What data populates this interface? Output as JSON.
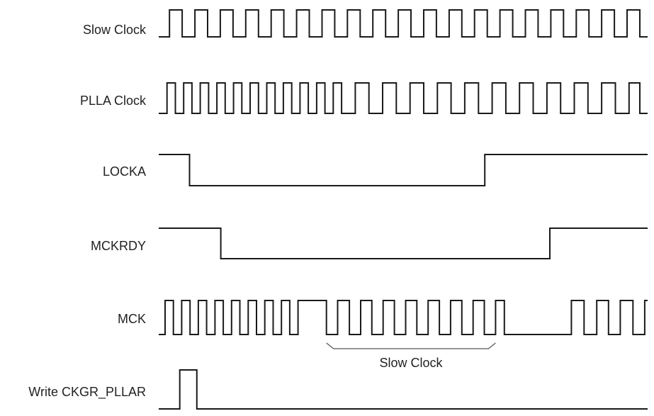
{
  "diagram": {
    "title": "",
    "colors": {
      "signal": "#1a1a1a",
      "label": "#222222",
      "bracket": "#555555"
    },
    "time_range": [
      0,
      100
    ],
    "signals": [
      {
        "id": "slow-clock",
        "label": "Slow Clock",
        "transitions": [
          0,
          2.2,
          4.8,
          7.4,
          10.0,
          12.6,
          15.2,
          17.8,
          20.4,
          23.0,
          25.6,
          28.2,
          30.8,
          33.4,
          36.0,
          38.6,
          41.2,
          43.8,
          46.4,
          49.0,
          51.6,
          54.2,
          56.8,
          59.4,
          62.0,
          64.6,
          67.2,
          69.8,
          72.4,
          75.0,
          77.6,
          80.2,
          82.8,
          85.4,
          88.0,
          90.6,
          93.2,
          95.8,
          98.4
        ],
        "start_level": "low"
      },
      {
        "id": "plla-clock",
        "label": "PLLA Clock",
        "transitions": [
          0,
          1.7,
          3.4,
          5.1,
          6.8,
          8.5,
          10.2,
          11.9,
          13.6,
          15.3,
          17.0,
          18.7,
          20.4,
          22.1,
          23.8,
          25.5,
          27.2,
          28.9,
          30.6,
          32.3,
          34.0,
          35.7,
          37.4,
          40.2,
          43.0,
          45.8,
          48.6,
          51.4,
          54.2,
          57.0,
          59.8,
          62.6,
          65.4,
          68.2,
          71.0,
          73.8,
          76.6,
          79.4,
          82.2,
          85.0,
          87.8,
          90.6,
          93.4,
          96.2,
          98.4
        ],
        "start_level": "low"
      },
      {
        "id": "locka",
        "label": "LOCKA",
        "transitions": [
          0,
          6.3,
          66.7
        ],
        "start_level": "high"
      },
      {
        "id": "mckrdy",
        "label": "MCKRDY",
        "transitions": [
          0,
          12.7,
          80.0
        ],
        "start_level": "high"
      },
      {
        "id": "mck",
        "label": "MCK",
        "transitions": [
          0,
          1.3,
          3.0,
          4.7,
          6.4,
          8.1,
          9.8,
          11.5,
          13.2,
          14.9,
          16.6,
          18.3,
          20.0,
          21.7,
          23.4,
          25.1,
          26.8,
          28.5,
          34.3,
          36.6,
          39.0,
          41.3,
          43.6,
          45.9,
          48.2,
          50.5,
          52.8,
          55.1,
          57.4,
          59.7,
          62.0,
          64.3,
          66.6,
          68.9,
          70.7,
          84.4,
          87.0,
          89.6,
          92.0,
          94.4,
          97.0,
          99.4
        ],
        "start_level": "low"
      },
      {
        "id": "write-ckgr-pllar",
        "label": "Write CKGR_PLLAR",
        "transitions": [
          0,
          4.3,
          7.8
        ],
        "start_level": "low"
      }
    ],
    "annotations": [
      {
        "label": "Slow Clock",
        "signal": "mck",
        "from": 34.3,
        "to": 68.9
      }
    ]
  }
}
